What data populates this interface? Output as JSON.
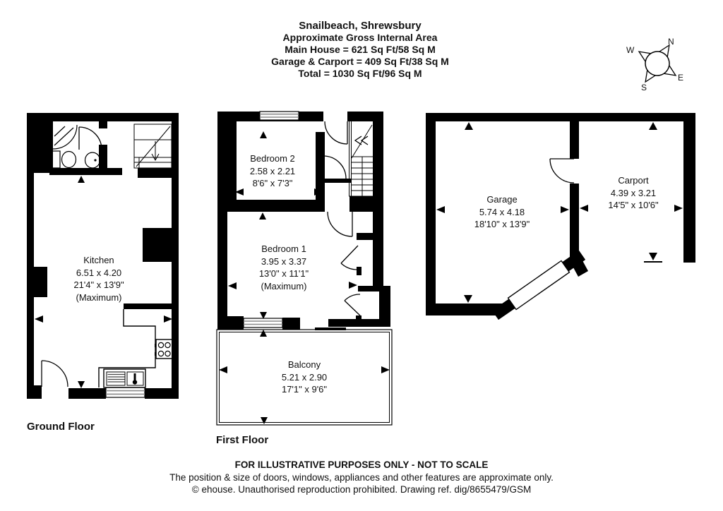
{
  "title": {
    "property": "Snailbeach, Shrewsbury",
    "subtitle": "Approximate Gross Internal Area",
    "main_house": "Main House = 621 Sq Ft/58 Sq M",
    "garage_carport": "Garage & Carport = 409 Sq Ft/38 Sq M",
    "total": "Total = 1030 Sq Ft/96 Sq M"
  },
  "compass": {
    "n": "N",
    "e": "E",
    "s": "S",
    "w": "W"
  },
  "floors": {
    "ground_label": "Ground Floor",
    "first_label": "First Floor"
  },
  "rooms": {
    "kitchen": {
      "name": "Kitchen",
      "metric": "6.51 x 4.20",
      "imperial": "21'4\" x 13'9\"",
      "note": "(Maximum)"
    },
    "bedroom2": {
      "name": "Bedroom 2",
      "metric": "2.58 x 2.21",
      "imperial": "8'6\" x 7'3\""
    },
    "bedroom1": {
      "name": "Bedroom 1",
      "metric": "3.95 x 3.37",
      "imperial": "13'0\" x 11'1\"",
      "note": "(Maximum)"
    },
    "balcony": {
      "name": "Balcony",
      "metric": "5.21 x 2.90",
      "imperial": "17'1\" x 9'6\""
    },
    "garage": {
      "name": "Garage",
      "metric": "5.74 x 4.18",
      "imperial": "18'10\" x 13'9\""
    },
    "carport": {
      "name": "Carport",
      "metric": "4.39 x 3.21",
      "imperial": "14'5\" x 10'6\""
    }
  },
  "footer": {
    "line1": "FOR ILLUSTRATIVE PURPOSES ONLY - NOT TO SCALE",
    "line2": "The position & size of doors, windows, appliances and other features are approximate only.",
    "line3": "© ehouse. Unauthorised reproduction prohibited. Drawing ref. dig/8655479/GSM"
  },
  "colors": {
    "wall": "#000000",
    "window_glass": "#8a8a8a",
    "background": "#ffffff"
  }
}
